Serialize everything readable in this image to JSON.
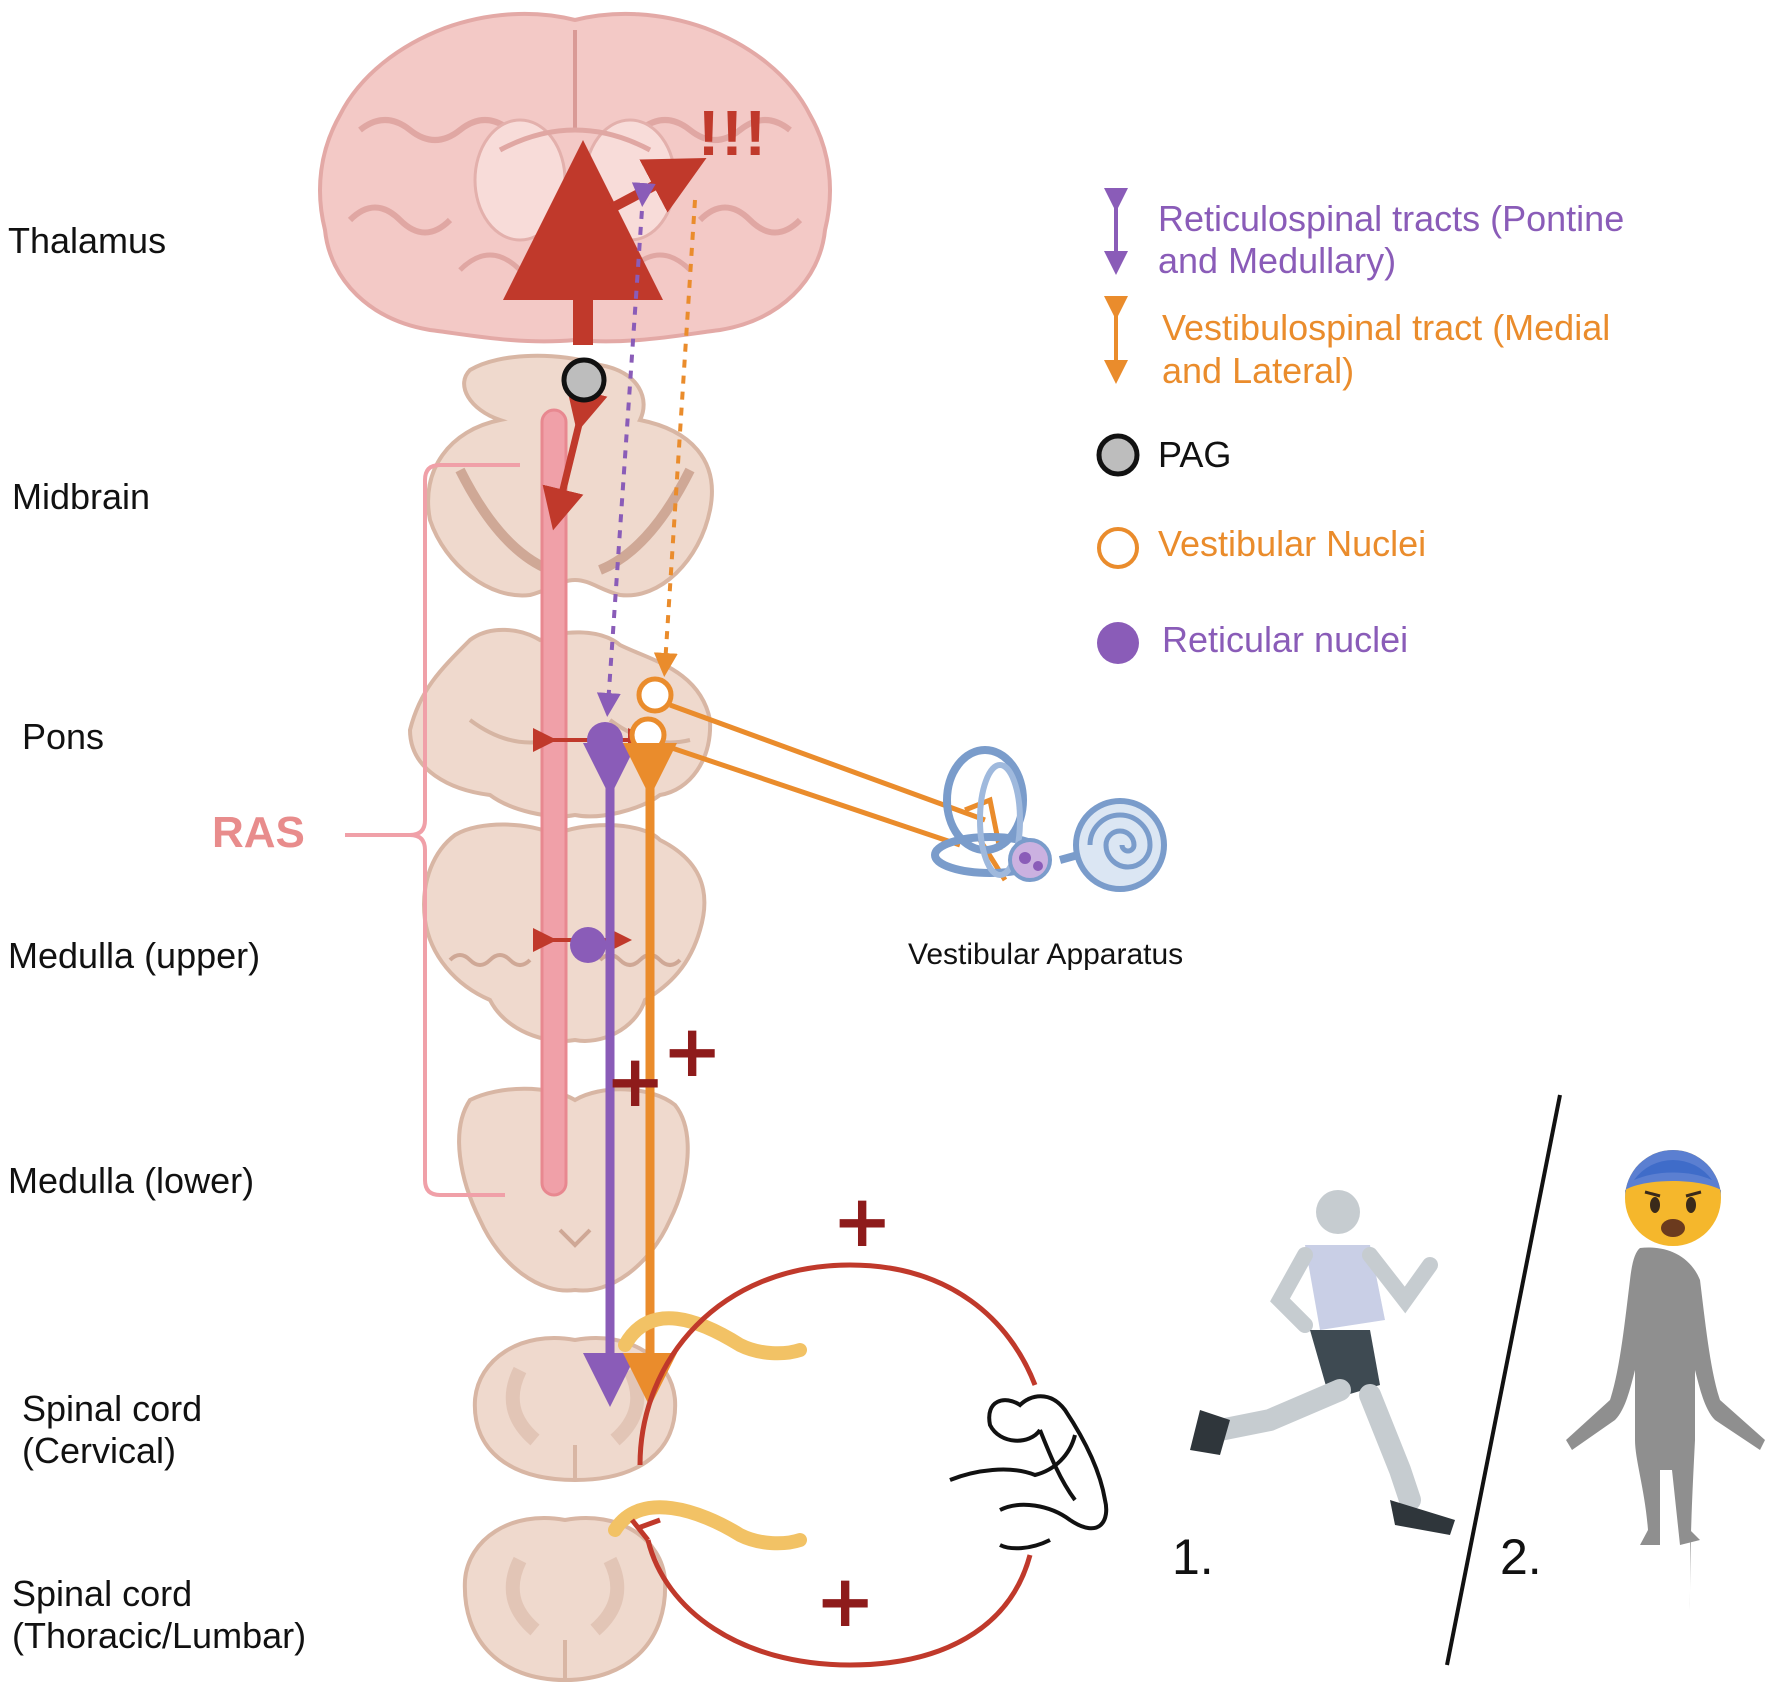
{
  "levels": {
    "thalamus": "Thalamus",
    "midbrain": "Midbrain",
    "pons": "Pons",
    "medulla_upper": "Medulla (upper)",
    "medulla_lower": "Medulla (lower)",
    "spinal_cervical_1": "Spinal cord",
    "spinal_cervical_2": "(Cervical)",
    "spinal_thoracic_1": "Spinal cord",
    "spinal_thoracic_2": "(Thoracic/Lumbar)"
  },
  "ras_label": "RAS",
  "alarm_label": "!!!",
  "legend": {
    "reticulospinal_1": "Reticulospinal tracts (Pontine",
    "reticulospinal_2": "and Medullary)",
    "vestibulospinal_1": "Vestibulospinal tract (Medial",
    "vestibulospinal_2": "and Lateral)",
    "pag": "PAG",
    "vestibular_nuclei": "Vestibular Nuclei",
    "reticular_nuclei": "Reticular nuclei"
  },
  "vestibular_apparatus_label": "Vestibular Apparatus",
  "plus_signs": [
    "+",
    "+",
    "+",
    "+"
  ],
  "scenario_labels": [
    "1.",
    "2."
  ],
  "colors": {
    "reticulospinal": "#8a5cb8",
    "vestibulospinal": "#ea8c2c",
    "ras": "#f0a0a8",
    "red_arrow": "#c0392b",
    "loop": "#c0392b",
    "tissue": "#efd9cd",
    "tissue_edge": "#d8b6a4",
    "brain": "#f3c9c6"
  }
}
